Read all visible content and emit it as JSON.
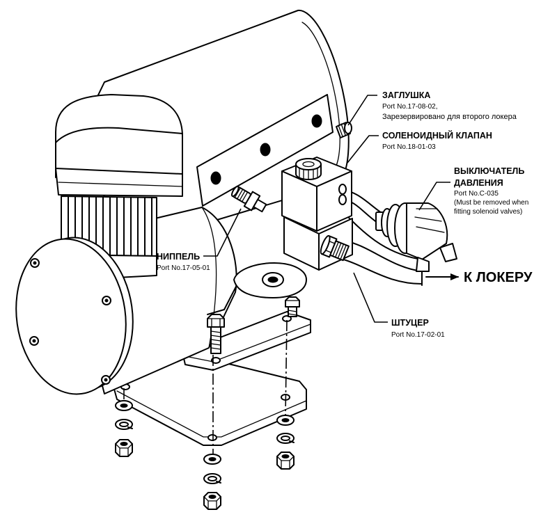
{
  "labels": {
    "plug": {
      "title": "ЗАГЛУШКА",
      "part_no": "Port No.17-08-02,",
      "note": "Зарезервировано для второго локера"
    },
    "solenoid_valve": {
      "title": "СОЛЕНОИДНЫЙ КЛАПАН",
      "part_no": "Port No.18-01-03"
    },
    "pressure_switch": {
      "title_line1": "ВЫКЛЮЧАТЕЛЬ",
      "title_line2": "ДАВЛЕНИЯ",
      "part_no": "Port No.C-035",
      "note_line1": "(Must be removed when",
      "note_line2": "fitting solenoid valves)"
    },
    "nipple": {
      "title": "НИППЕЛЬ",
      "part_no": "Port No.17-05-01"
    },
    "fitting": {
      "title": "ШТУЦЕР",
      "part_no": "Port No.17-02-01"
    },
    "outlet": {
      "label": "К ЛОКЕРУ"
    }
  },
  "colors": {
    "line": "#000000",
    "background": "#ffffff"
  }
}
